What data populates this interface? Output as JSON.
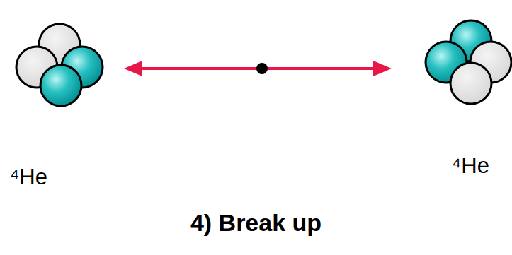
{
  "diagram": {
    "caption": "4) Break up",
    "nodes": [
      {
        "text": [
          "⁴He"
        ]
      },
      {
        "text": [
          "⁴He"
        ]
      }
    ],
    "edges": [
      {
        "from": 0,
        "to": 1,
        "arrow": "both"
      }
    ]
  }
}
